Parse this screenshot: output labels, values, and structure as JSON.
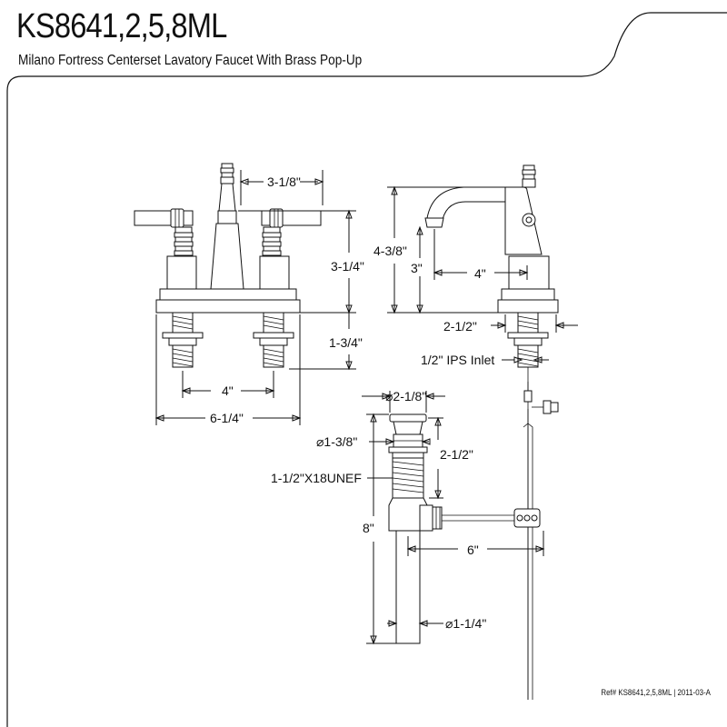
{
  "header": {
    "model": "KS8641,2,5,8ML",
    "description": "Milano Fortress Centerset Lavatory Faucet With Brass Pop-Up"
  },
  "footer": {
    "reference": "Ref# KS8641,2,5,8ML | 2011-03-A"
  },
  "dimensions": {
    "handle_spacing": "3-1/8\"",
    "handle_height": "3-1/4\"",
    "shank_length": "1-3/4\"",
    "center_spacing": "4\"",
    "base_width": "6-1/4\"",
    "side_height": "4-3/8\"",
    "spout_height": "3\"",
    "spout_reach": "4\"",
    "base_depth": "2-1/2\"",
    "inlet": "1/2\" IPS Inlet",
    "flange_diameter": "⌀2-1/8\"",
    "drain_body_diameter": "⌀1-3/8\"",
    "drain_height": "2-1/2\"",
    "drain_thread": "1-1/2\"X18UNEF",
    "tailpiece_length": "8\"",
    "rod_reach": "6\"",
    "tailpiece_diameter": "⌀1-1/4\""
  }
}
